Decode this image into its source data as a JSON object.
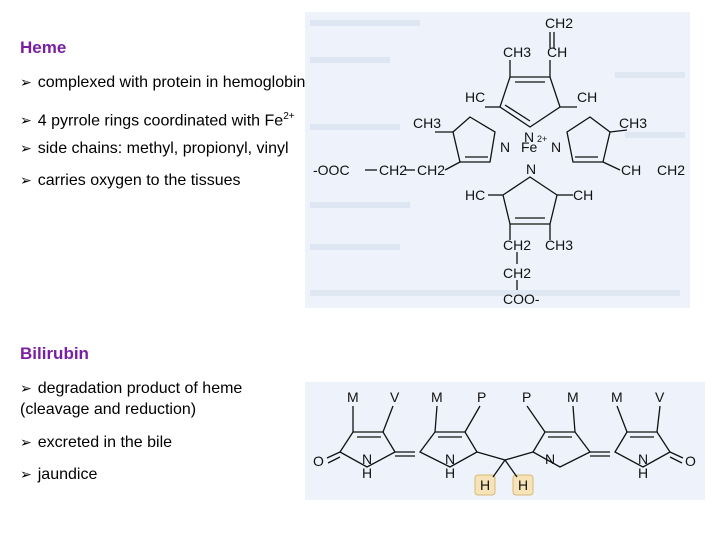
{
  "heme": {
    "title": "Heme",
    "bullets": [
      "complexed with protein in hemoglobin",
      "4 pyrrole rings coordinated with Fe",
      "side chains: methyl, propionyl, vinyl",
      "carries oxygen to the tissues"
    ],
    "fe_charge": "2+"
  },
  "bilirubin": {
    "title": "Bilirubin",
    "bullets": [
      "degradation product of heme (cleavage and reduction)",
      "excreted in the bile",
      "jaundice"
    ]
  },
  "heme_structure": {
    "labels": [
      "CH2",
      "CH3",
      "CH",
      "HC",
      "CH",
      "CH3",
      "CH3",
      "N",
      "Fe",
      "N",
      "N",
      "N",
      "2+",
      "-OOC",
      "CH2",
      "CH2",
      "CH",
      "CH2",
      "HC",
      "CH",
      "CH2",
      "CH3",
      "CH2",
      "COO-"
    ]
  },
  "bilirubin_structure": {
    "substituents": [
      "M",
      "V",
      "M",
      "P",
      "P",
      "M",
      "M",
      "V"
    ],
    "atoms": [
      "O",
      "N",
      "H",
      "N",
      "H",
      "N",
      "N",
      "H",
      "O"
    ],
    "highlighted_h": [
      "H",
      "H"
    ],
    "highlight_color": "#f6e3b8"
  }
}
